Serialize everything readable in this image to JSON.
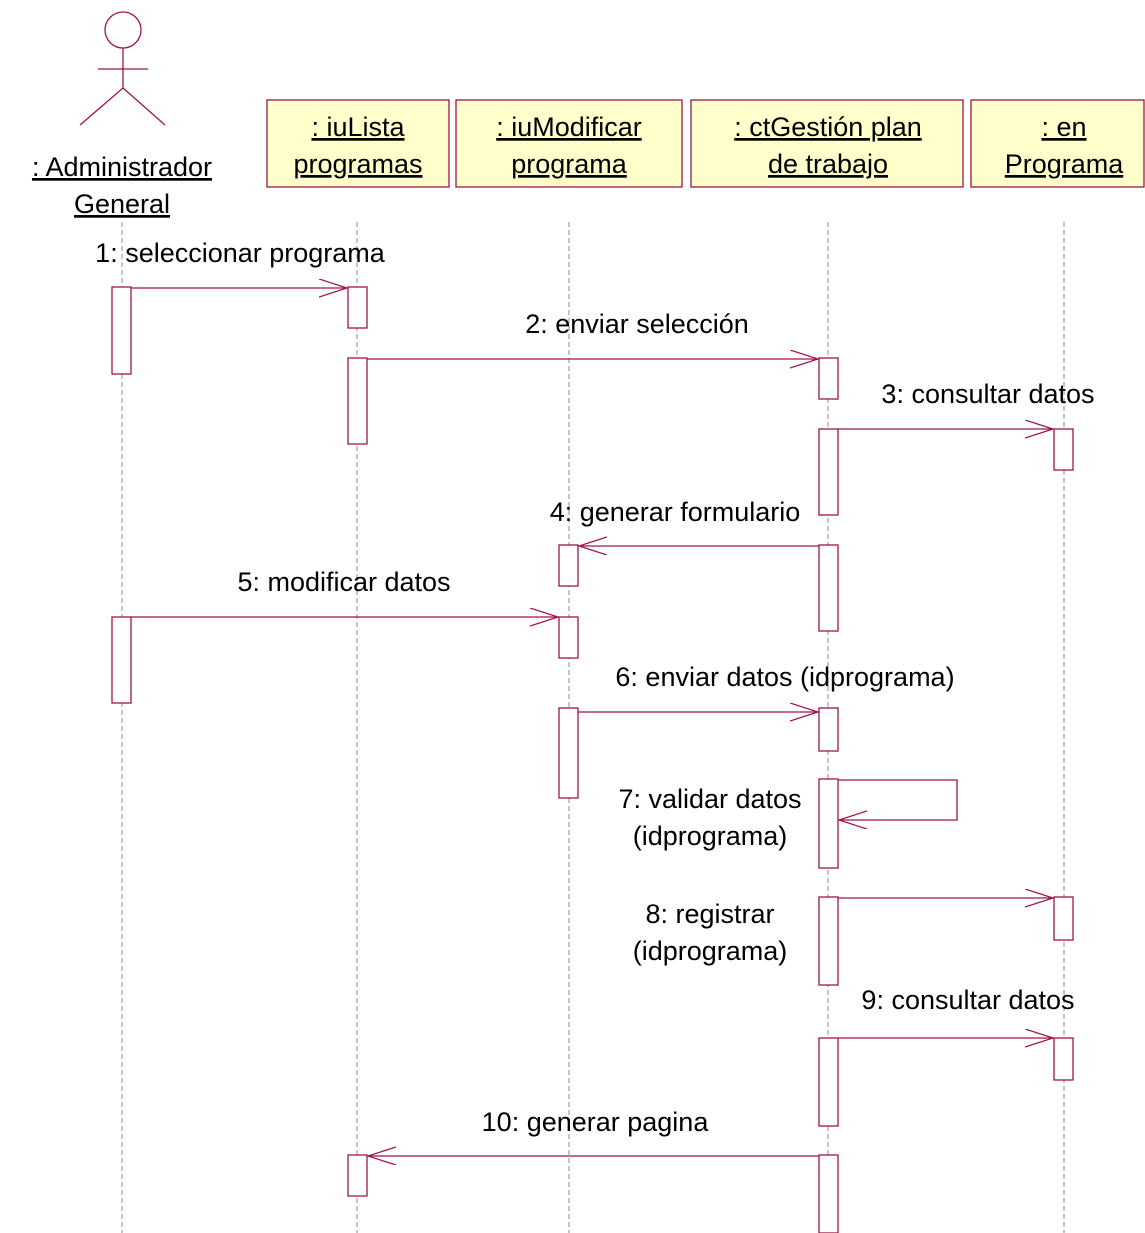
{
  "colors": {
    "message": "#a0134a",
    "activation": "#a0134a",
    "object_fill": "#ffffcc",
    "object_border": "#a0134a",
    "lifeline": "#8c8c8c",
    "actor": "#a0134a",
    "text": "#000000"
  },
  "actor": {
    "icon": "stick-figure-icon",
    "label_line1": ": Administrador",
    "label_line2": "General"
  },
  "objects": [
    {
      "line1": ": iuLista",
      "line2": "programas"
    },
    {
      "line1": ": iuModificar",
      "line2": "programa"
    },
    {
      "line1": ": ctGestión plan",
      "line2": "de trabajo"
    },
    {
      "line1": ": en",
      "line2": "Programa"
    }
  ],
  "messages": [
    {
      "number": 1,
      "from": "Administrador General",
      "to": "iuLista programas",
      "label": [
        "1: seleccionar programa"
      ]
    },
    {
      "number": 2,
      "from": "iuLista programas",
      "to": "ctGestión plan de trabajo",
      "label": [
        "2: enviar selección"
      ]
    },
    {
      "number": 3,
      "from": "ctGestión plan de trabajo",
      "to": "en Programa",
      "label": [
        "3: consultar datos"
      ]
    },
    {
      "number": 4,
      "from": "ctGestión plan de trabajo",
      "to": "iuModificar programa",
      "label": [
        "4: generar formulario"
      ]
    },
    {
      "number": 5,
      "from": "Administrador General",
      "to": "iuModificar programa",
      "label": [
        "5: modificar datos"
      ]
    },
    {
      "number": 6,
      "from": "iuModificar programa",
      "to": "ctGestión plan de trabajo",
      "label": [
        "6: enviar datos (idprograma)"
      ]
    },
    {
      "number": 7,
      "from": "ctGestión plan de trabajo",
      "to": "ctGestión plan de trabajo",
      "label": [
        "7: validar datos",
        "(idprograma)"
      ]
    },
    {
      "number": 8,
      "from": "ctGestión plan de trabajo",
      "to": "en Programa",
      "label": [
        "8: registrar",
        "(idprograma)"
      ]
    },
    {
      "number": 9,
      "from": "ctGestión plan de trabajo",
      "to": "en Programa",
      "label": [
        "9: consultar datos"
      ]
    },
    {
      "number": 10,
      "from": "ctGestión plan de trabajo",
      "to": "iuLista programas",
      "label": [
        "10: generar pagina"
      ]
    }
  ]
}
